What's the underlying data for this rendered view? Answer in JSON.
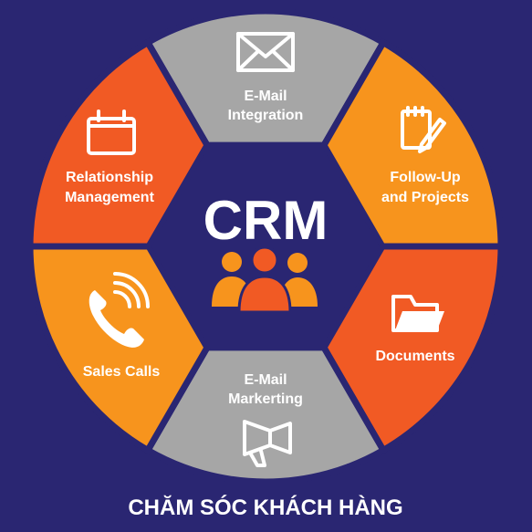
{
  "diagram": {
    "center": {
      "title": "CRM",
      "icon": "people-group-icon"
    },
    "segments": [
      {
        "id": "email-integration",
        "lines": [
          "E-Mail",
          "Integration"
        ],
        "color": "#a6a6a6",
        "icon": "envelope-icon"
      },
      {
        "id": "follow-up",
        "lines": [
          "Follow-Up",
          "and Projects"
        ],
        "color": "#f7941d",
        "icon": "edit-note-icon"
      },
      {
        "id": "documents",
        "lines": [
          "Documents"
        ],
        "color": "#f15a24",
        "icon": "folder-icon"
      },
      {
        "id": "email-marketing",
        "lines": [
          "E-Mail",
          "Markerting"
        ],
        "color": "#a6a6a6",
        "icon": "megaphone-icon"
      },
      {
        "id": "sales-calls",
        "lines": [
          "Sales Calls"
        ],
        "color": "#f7941d",
        "icon": "phone-icon"
      },
      {
        "id": "relationship",
        "lines": [
          "Relationship",
          "Management"
        ],
        "color": "#f15a24",
        "icon": "calendar-icon"
      }
    ],
    "footer": "CHĂM SÓC KHÁCH HÀNG"
  },
  "colors": {
    "background": "#2a2672",
    "people_left": "#f7941d",
    "people_center": "#f15a24",
    "people_right": "#f7941d"
  }
}
